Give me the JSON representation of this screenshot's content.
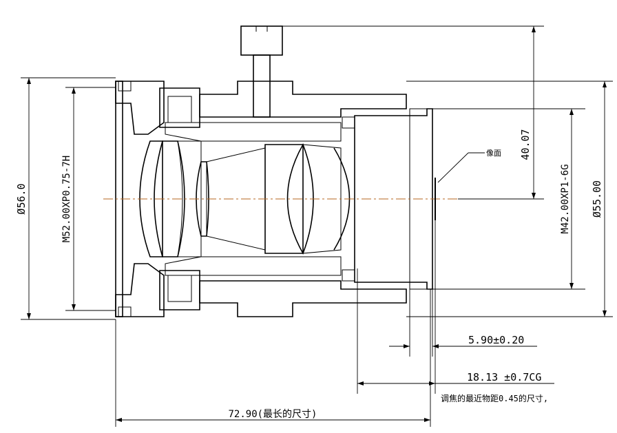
{
  "dimensions": {
    "outer_diameter": "Ø56.0",
    "front_thread": "M52.00XP0.75-7H",
    "mount_thread": "M42.00XP1-6G",
    "mount_diameter": "Ø55.00",
    "screw_height": "40.07",
    "flange_offset": "5.90±0.20",
    "back_focal": "18.13 ±0.7CG",
    "total_length": "72.90(最长的尺寸)"
  },
  "annotations": {
    "image_plane": "像面",
    "focus_note": "调焦的最近物距0.45的尺寸,"
  },
  "colors": {
    "line": "#000000",
    "axis": "#b5651d"
  }
}
